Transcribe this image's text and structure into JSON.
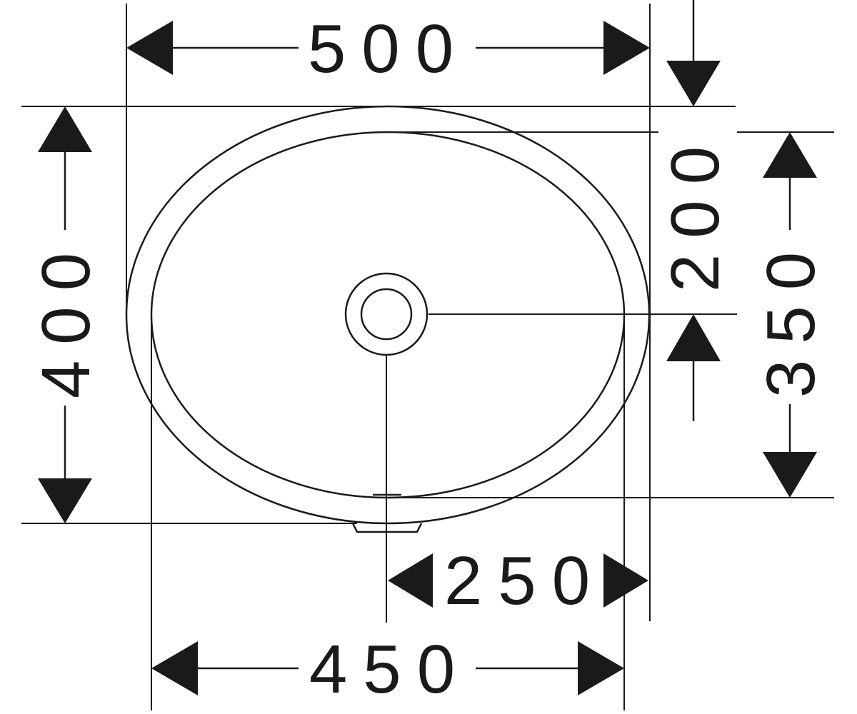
{
  "dimensions": {
    "overall_width": "500",
    "inner_width": "450",
    "overall_depth": "400",
    "inner_depth": "350",
    "drain_from_back": "200",
    "drain_to_side": "250"
  },
  "colors": {
    "line": "#1a1a1a",
    "background": "#ffffff"
  }
}
